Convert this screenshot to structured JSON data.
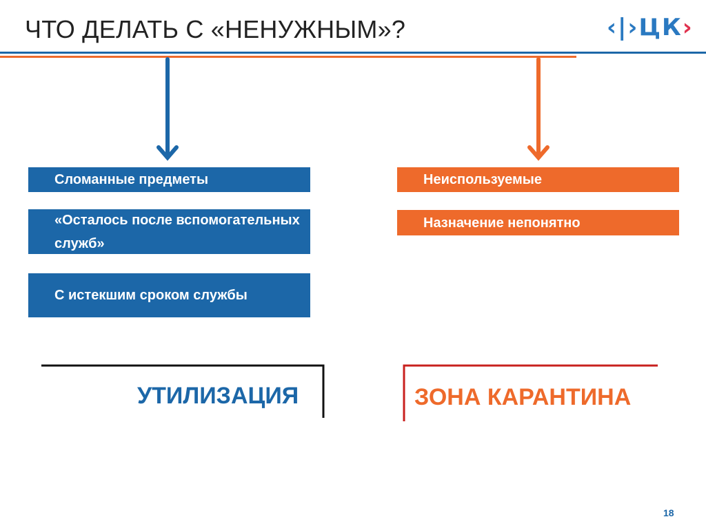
{
  "header": {
    "title": "ЧТО ДЕЛАТЬ С «НЕНУЖНЫМ»?",
    "logo_text": "ФЦК"
  },
  "left": {
    "items": [
      "Сломанные предметы",
      "«Осталось после вспомогательных служб»",
      "С истекшим сроком службы"
    ],
    "result": "УТИЛИЗАЦИЯ"
  },
  "right": {
    "items": [
      "Неиспользуемые",
      "Назначение непонятно"
    ],
    "result": "ЗОНА КАРАНТИНА"
  },
  "page_number": "18",
  "colors": {
    "blue": "#1c67a8",
    "orange": "#ee6a2b",
    "red": "#c8201e"
  }
}
